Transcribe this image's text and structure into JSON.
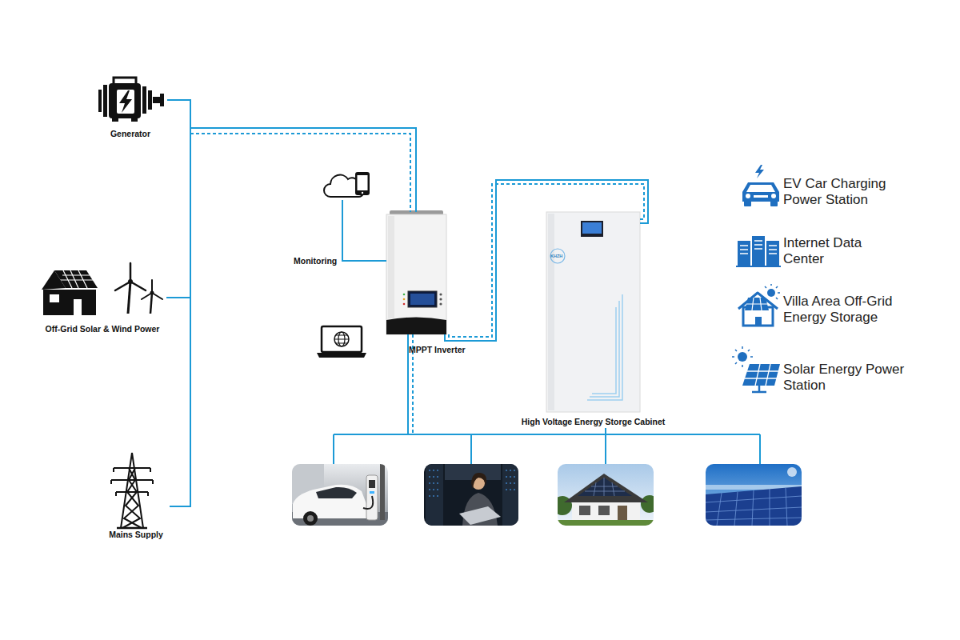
{
  "diagram": {
    "nodes": [
      {
        "text": [
          "Generator"
        ]
      },
      {
        "text": [
          "Off-Grid Solar & Wind Power"
        ]
      },
      {
        "text": [
          "Mains Supply"
        ]
      },
      {
        "text": [
          "Monitoring"
        ]
      },
      {
        "text": [
          "MPPT Inverter"
        ]
      },
      {
        "text": [
          "High Voltage Energy Storge Cabinet"
        ]
      },
      {
        "text": [
          "EV Car Charging Power Station"
        ]
      },
      {
        "text": [
          "Internet Data Center"
        ]
      },
      {
        "text": [
          "Villa Area Off-Grid Energy Storage"
        ]
      },
      {
        "text": [
          "Solar Energy Power Station"
        ]
      }
    ],
    "edges": [
      {
        "from": 0,
        "to": 4,
        "arrow": "none"
      },
      {
        "from": 1,
        "to": 4,
        "arrow": "none"
      },
      {
        "from": 2,
        "to": 4,
        "arrow": "none"
      },
      {
        "from": 3,
        "to": 4,
        "arrow": "none"
      },
      {
        "from": 4,
        "to": 5,
        "arrow": "none"
      }
    ],
    "labels": [
      "KHZH"
    ]
  }
}
